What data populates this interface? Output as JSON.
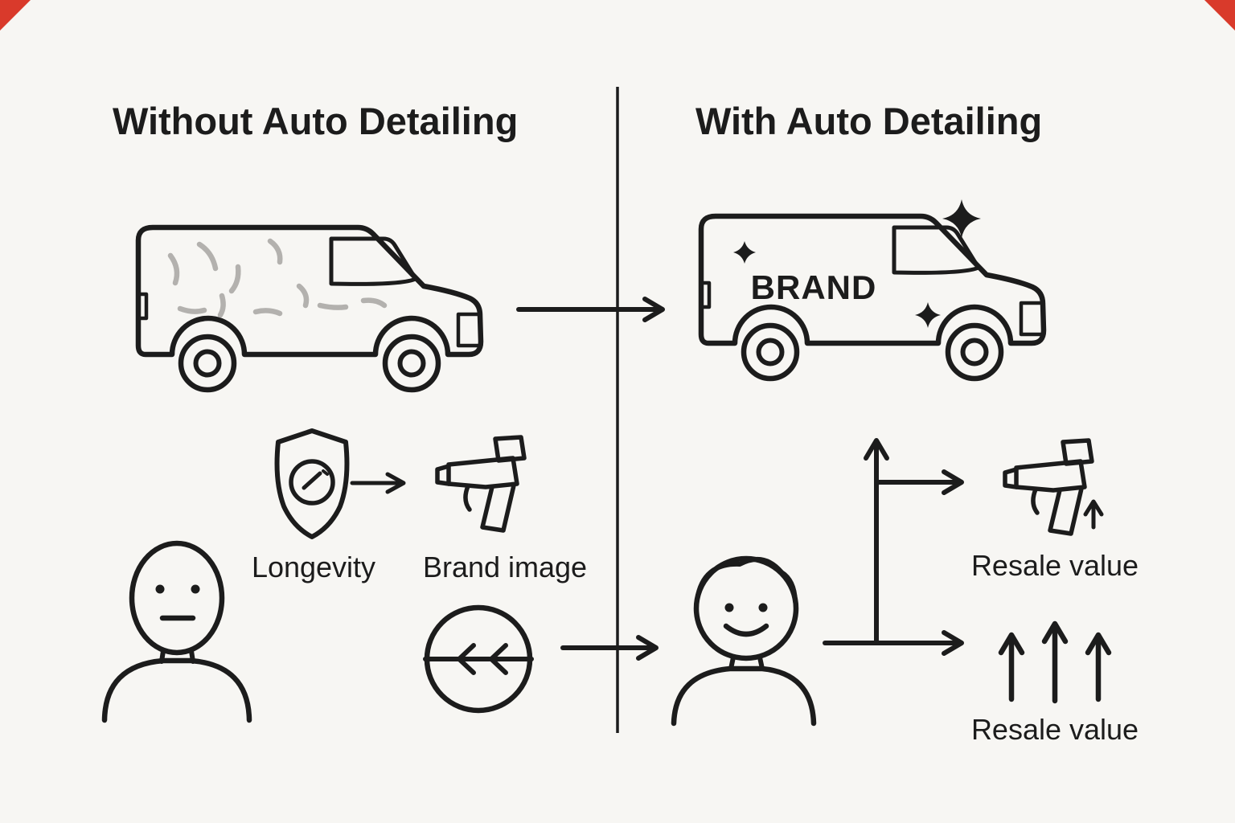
{
  "colors": {
    "bg": "#f7f6f3",
    "ink": "#1c1c1c",
    "scratch": "#b3b1ae",
    "red": "#d93a2b"
  },
  "left": {
    "title": "Without Auto Detailing",
    "longevity_label": "Longevity",
    "brand_image_label": "Brand image"
  },
  "right": {
    "title": "With Auto Detailing",
    "van_brand": "BRAND",
    "resale_value_label_top": "Resale value",
    "resale_value_label_bottom": "Resale value"
  }
}
